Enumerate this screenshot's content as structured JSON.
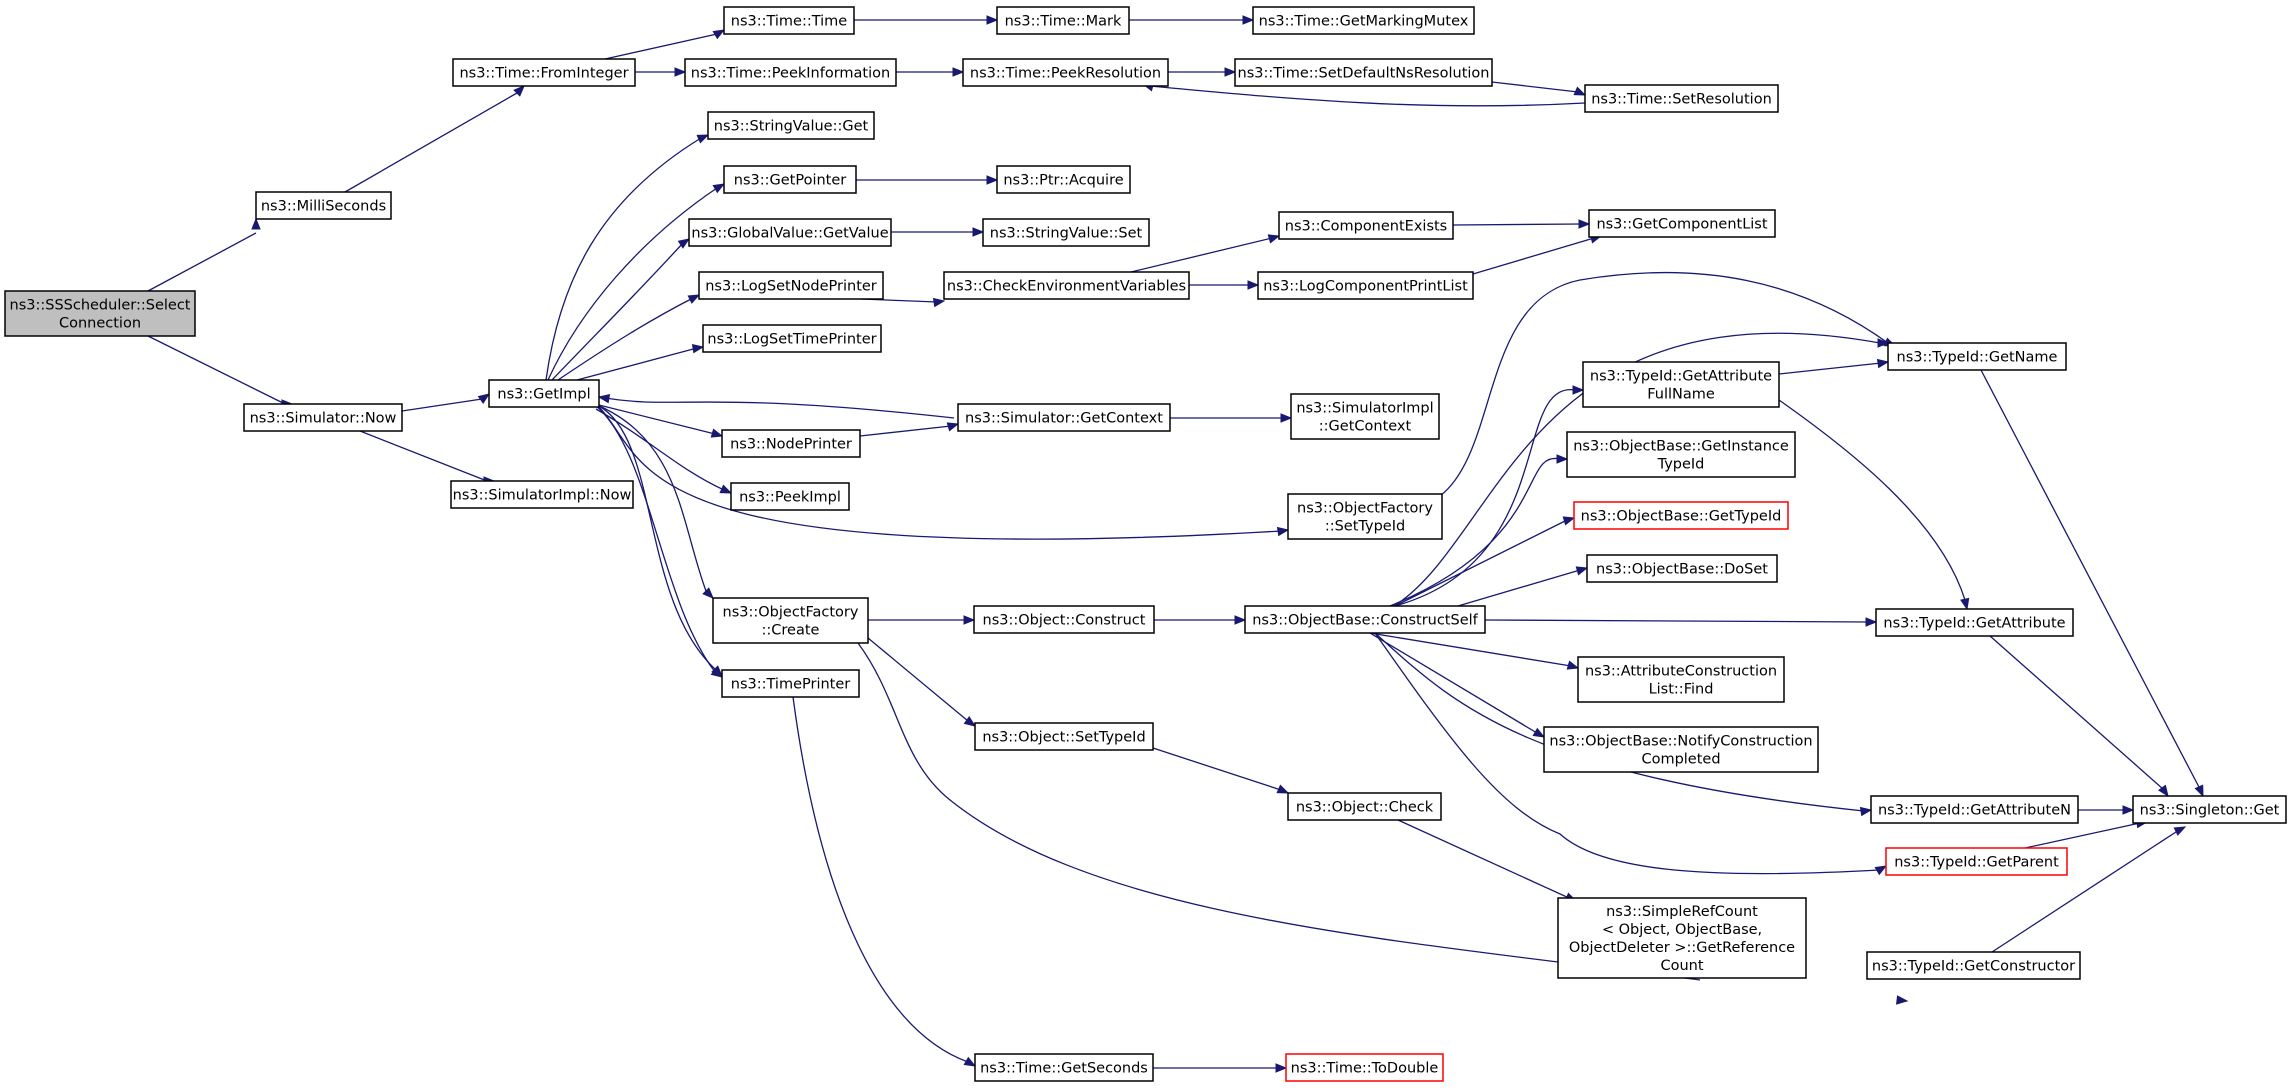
{
  "graph": {
    "edge_color": "#191970",
    "node_border_color": "#000000",
    "root_fill": "#bfbfbf",
    "external_border_color": "#ff0000",
    "nodes": [
      {
        "id": "root",
        "lines": [
          "ns3::SSScheduler::Select",
          "Connection"
        ],
        "style": "root"
      },
      {
        "id": "milli",
        "lines": [
          "ns3::MilliSeconds"
        ]
      },
      {
        "id": "simnow",
        "lines": [
          "ns3::Simulator::Now"
        ]
      },
      {
        "id": "fromint",
        "lines": [
          "ns3::Time::FromInteger"
        ]
      },
      {
        "id": "getimpl",
        "lines": [
          "ns3::GetImpl"
        ]
      },
      {
        "id": "simimplnow",
        "lines": [
          "ns3::SimulatorImpl::Now"
        ]
      },
      {
        "id": "timetime",
        "lines": [
          "ns3::Time::Time"
        ]
      },
      {
        "id": "peekinfo",
        "lines": [
          "ns3::Time::PeekInformation"
        ]
      },
      {
        "id": "strget",
        "lines": [
          "ns3::StringValue::Get"
        ]
      },
      {
        "id": "getptr",
        "lines": [
          "ns3::GetPointer"
        ]
      },
      {
        "id": "gvget",
        "lines": [
          "ns3::GlobalValue::GetValue"
        ]
      },
      {
        "id": "lognode",
        "lines": [
          "ns3::LogSetNodePrinter"
        ]
      },
      {
        "id": "logtime",
        "lines": [
          "ns3::LogSetTimePrinter"
        ]
      },
      {
        "id": "nodeprinter",
        "lines": [
          "ns3::NodePrinter"
        ]
      },
      {
        "id": "peekimpl",
        "lines": [
          "ns3::PeekImpl"
        ]
      },
      {
        "id": "ofcreate",
        "lines": [
          "ns3::ObjectFactory",
          "::Create"
        ]
      },
      {
        "id": "timeprinter",
        "lines": [
          "ns3::TimePrinter"
        ]
      },
      {
        "id": "mark",
        "lines": [
          "ns3::Time::Mark"
        ]
      },
      {
        "id": "peekres",
        "lines": [
          "ns3::Time::PeekResolution"
        ]
      },
      {
        "id": "ptracq",
        "lines": [
          "ns3::Ptr::Acquire"
        ]
      },
      {
        "id": "strset",
        "lines": [
          "ns3::StringValue::Set"
        ]
      },
      {
        "id": "checkenv",
        "lines": [
          "ns3::CheckEnvironmentVariables"
        ]
      },
      {
        "id": "simgetctx",
        "lines": [
          "ns3::Simulator::GetContext"
        ]
      },
      {
        "id": "objconstruct",
        "lines": [
          "ns3::Object::Construct"
        ]
      },
      {
        "id": "objsettypeid",
        "lines": [
          "ns3::Object::SetTypeId"
        ]
      },
      {
        "id": "timegetsec",
        "lines": [
          "ns3::Time::GetSeconds"
        ]
      },
      {
        "id": "getmarkmutex",
        "lines": [
          "ns3::Time::GetMarkingMutex"
        ]
      },
      {
        "id": "setdefns",
        "lines": [
          "ns3::Time::SetDefaultNsResolution"
        ]
      },
      {
        "id": "setres",
        "lines": [
          "ns3::Time::SetResolution"
        ]
      },
      {
        "id": "compexists",
        "lines": [
          "ns3::ComponentExists"
        ]
      },
      {
        "id": "logcompprint",
        "lines": [
          "ns3::LogComponentPrintList"
        ]
      },
      {
        "id": "getcomplist",
        "lines": [
          "ns3::GetComponentList"
        ]
      },
      {
        "id": "simimplgetctx",
        "lines": [
          "ns3::SimulatorImpl",
          "::GetContext"
        ]
      },
      {
        "id": "ofsettypeid",
        "lines": [
          "ns3::ObjectFactory",
          "::SetTypeId"
        ]
      },
      {
        "id": "obconstructself",
        "lines": [
          "ns3::ObjectBase::ConstructSelf"
        ]
      },
      {
        "id": "objcheck",
        "lines": [
          "ns3::Object::Check"
        ]
      },
      {
        "id": "todouble",
        "lines": [
          "ns3::Time::ToDouble"
        ],
        "style": "ext"
      },
      {
        "id": "getattrfull",
        "lines": [
          "ns3::TypeId::GetAttribute",
          "FullName"
        ]
      },
      {
        "id": "getinsttid",
        "lines": [
          "ns3::ObjectBase::GetInstance",
          "TypeId"
        ]
      },
      {
        "id": "obgettypeid",
        "lines": [
          "ns3::ObjectBase::GetTypeId"
        ],
        "style": "ext"
      },
      {
        "id": "doset",
        "lines": [
          "ns3::ObjectBase::DoSet"
        ]
      },
      {
        "id": "attrfind",
        "lines": [
          "ns3::AttributeConstruction",
          "List::Find"
        ]
      },
      {
        "id": "notifycc",
        "lines": [
          "ns3::ObjectBase::NotifyConstruction",
          "Completed"
        ]
      },
      {
        "id": "simplerefcount",
        "lines": [
          "ns3::SimpleRefCount",
          "< Object, ObjectBase,",
          "ObjectDeleter >::GetReference",
          "Count"
        ]
      },
      {
        "id": "tidgetname",
        "lines": [
          "ns3::TypeId::GetName"
        ]
      },
      {
        "id": "tidgetattr",
        "lines": [
          "ns3::TypeId::GetAttribute"
        ]
      },
      {
        "id": "tidgetattrn",
        "lines": [
          "ns3::TypeId::GetAttributeN"
        ]
      },
      {
        "id": "tidgetparent",
        "lines": [
          "ns3::TypeId::GetParent"
        ],
        "style": "ext"
      },
      {
        "id": "tidgetctor",
        "lines": [
          "ns3::TypeId::GetConstructor"
        ]
      },
      {
        "id": "singleton",
        "lines": [
          "ns3::Singleton::Get"
        ]
      }
    ]
  }
}
